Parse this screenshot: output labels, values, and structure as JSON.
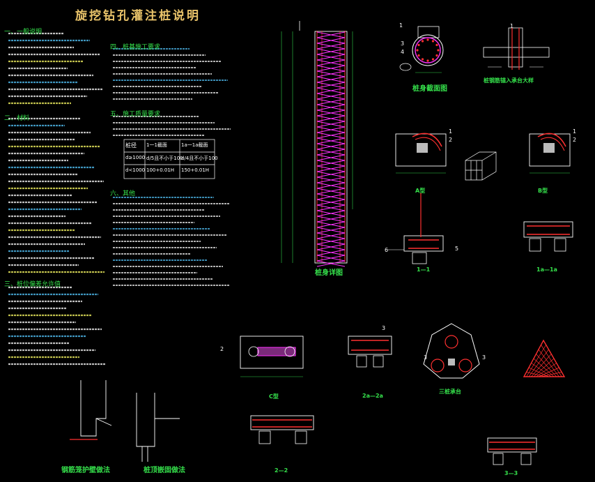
{
  "title": "旋挖钻孔灌注桩说明",
  "headings": {
    "s1": "一、一般说明",
    "s2": "二、材料",
    "s3": "三、桩位偏差允许值",
    "s4": "四、桩基施工要求",
    "s5": "五、施工质量要求",
    "s6": "六、其他"
  },
  "captions": {
    "pile_section": "桩身截面图",
    "cap_anchor": "桩钢筋锚入承台大样",
    "pile_elev": "桩身详图",
    "cap_a": "A型",
    "cap_b": "B型",
    "sec_1": "1—1",
    "sec_1a": "1a—1a",
    "cap_c": "C型",
    "sec_2a": "2a—2a",
    "cap_three": "三桩承台",
    "sec_2": "2—2",
    "sec_3": "3—3",
    "detail_left": "钢筋笼护壁做法",
    "detail_right": "桩顶嵌固做法"
  },
  "table": {
    "headers": [
      "桩径",
      "1一1截面",
      "1a一1a截面"
    ],
    "rows": [
      [
        "d≥1000",
        "d/5且不小于100",
        "d/4且不小于100"
      ],
      [
        "d<1000",
        "100+0.01H",
        "150+0.01H"
      ]
    ]
  },
  "marks": {
    "n1": "1",
    "n2": "2",
    "n3": "3",
    "n4": "4",
    "n5": "5",
    "n6": "6"
  },
  "colors": {
    "bg": "#000000",
    "outline": "#ffffff",
    "rebar": "#ff3030",
    "spiral": "#ff33ff",
    "text": "#35e04b",
    "dim": "#2fd04a",
    "note": "#55c8ff",
    "title": "#e9c36a"
  }
}
